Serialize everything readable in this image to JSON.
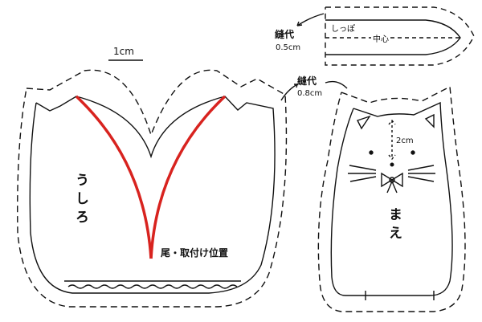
{
  "scale_label": "1cm",
  "tail": {
    "label": "しっぽ",
    "center": "中心",
    "seam_label": "縫代",
    "seam_value": "0.5cm"
  },
  "body_seam": {
    "seam_label": "縫代",
    "seam_value": "0.8cm"
  },
  "back": {
    "label": "うしろ",
    "tail_position": "尾・取付け位置"
  },
  "front": {
    "label": "まえ",
    "eye_distance": "2cm"
  },
  "colors": {
    "line": "#111111",
    "tail_mark": "#d8231f"
  }
}
